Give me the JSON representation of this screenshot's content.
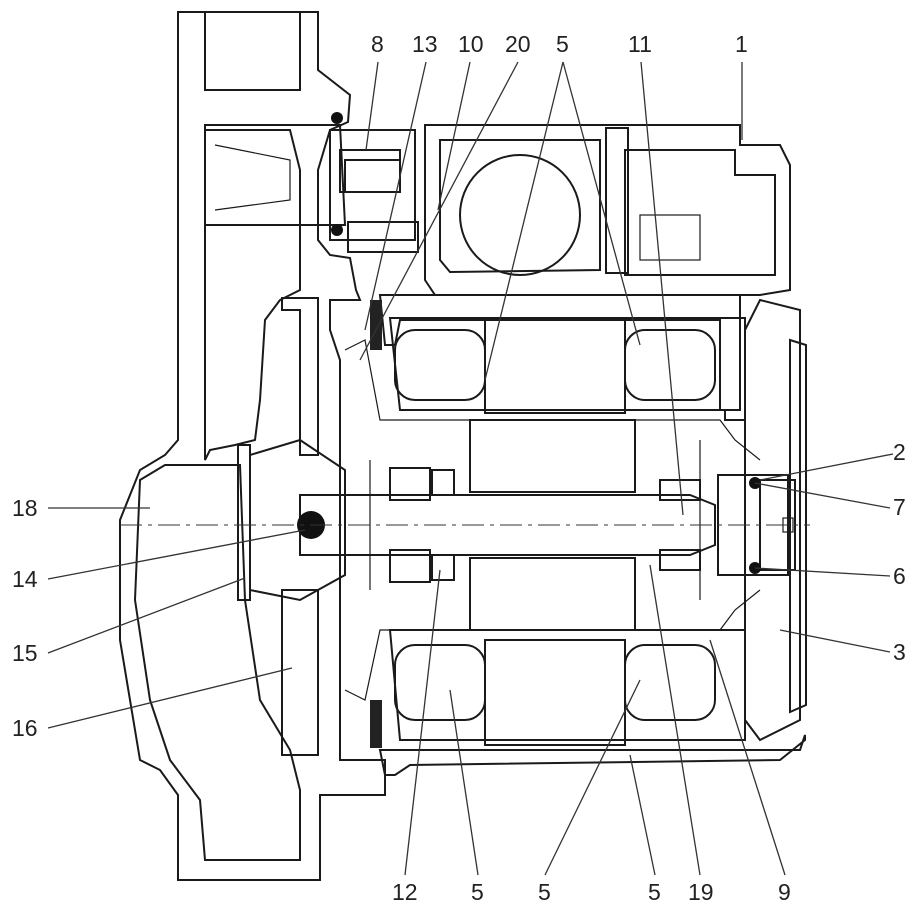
{
  "callouts": [
    {
      "id": "c8",
      "text": "8"
    },
    {
      "id": "c13",
      "text": "13"
    },
    {
      "id": "c10",
      "text": "10"
    },
    {
      "id": "c20",
      "text": "20"
    },
    {
      "id": "c5a",
      "text": "5"
    },
    {
      "id": "c11",
      "text": "11"
    },
    {
      "id": "c1",
      "text": "1"
    },
    {
      "id": "c2",
      "text": "2"
    },
    {
      "id": "c7",
      "text": "7"
    },
    {
      "id": "c6",
      "text": "6"
    },
    {
      "id": "c3",
      "text": "3"
    },
    {
      "id": "c18",
      "text": "18"
    },
    {
      "id": "c14",
      "text": "14"
    },
    {
      "id": "c15",
      "text": "15"
    },
    {
      "id": "c16",
      "text": "16"
    },
    {
      "id": "c12",
      "text": "12"
    },
    {
      "id": "c5b",
      "text": "5"
    },
    {
      "id": "c5c",
      "text": "5"
    },
    {
      "id": "c5d",
      "text": "5"
    },
    {
      "id": "c19",
      "text": "19"
    },
    {
      "id": "c9",
      "text": "9"
    }
  ]
}
